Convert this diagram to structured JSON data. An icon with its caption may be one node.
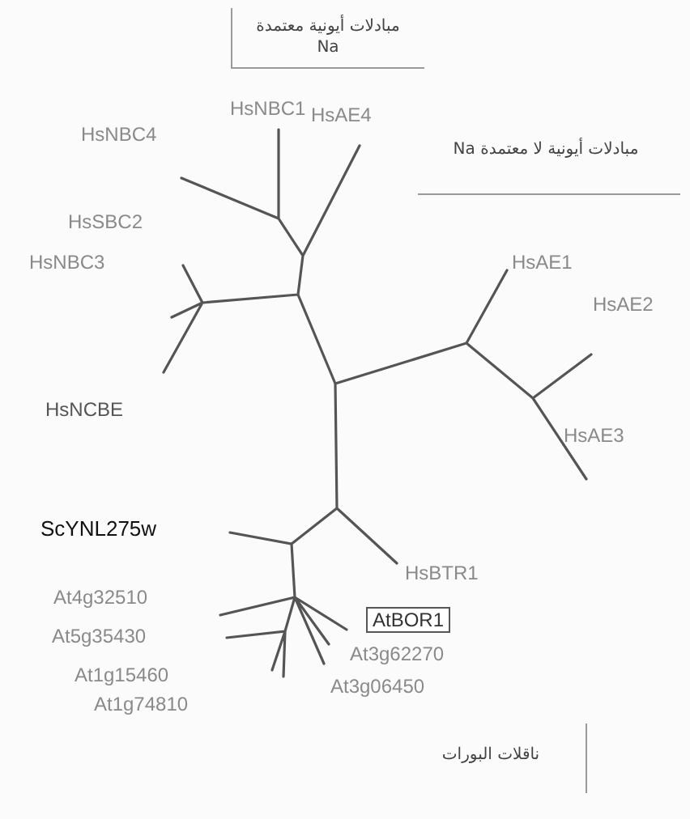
{
  "diagram": {
    "labels": [
      "مبادلات أيونية معتمدة Na",
      "HsNBC1",
      "HsAE4",
      "مبادلات أيونية لا معتمدة Na",
      "HsNBC4",
      "HsAE1",
      "HsSBC2",
      "HsAE2",
      "HsNBC3",
      "HsNCBE",
      "HsAE3",
      "ScYNL275w",
      "HsBTR1",
      "At4g32510",
      "AtBOR1",
      "At5g35430",
      "At3g62270",
      "At1g15460",
      "At3g06450",
      "At1g74810",
      "ناقلات البورات"
    ]
  }
}
